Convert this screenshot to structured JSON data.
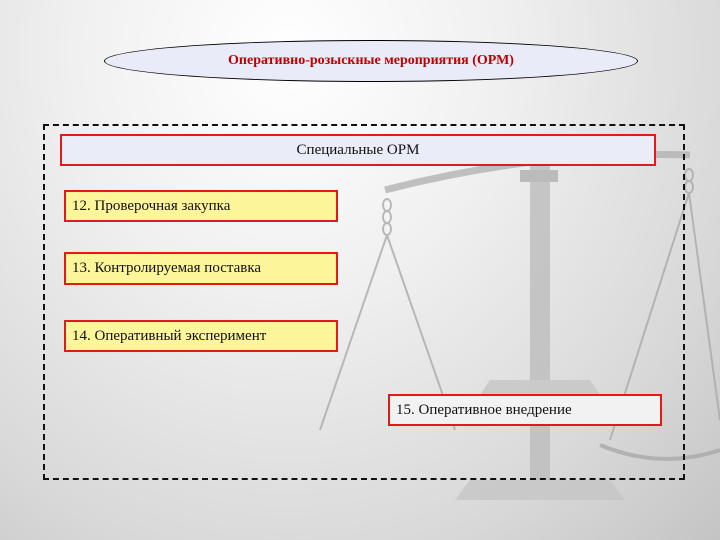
{
  "title": "Оперативно-розыскные мероприятия (ОРМ)",
  "header": "Специальные ОРМ",
  "items": [
    {
      "label": "12. Проверочная закупка"
    },
    {
      "label": "13. Контролируемая поставка"
    },
    {
      "label": "14. Оперативный эксперимент"
    },
    {
      "label": "15. Оперативное внедрение"
    }
  ],
  "colors": {
    "box_border": "#e21a1a",
    "highlight_fill": "#fdf59a",
    "title_text": "#c00000",
    "header_fill": "#eaedf7"
  },
  "icons": {
    "background": "scales-of-justice-icon"
  }
}
